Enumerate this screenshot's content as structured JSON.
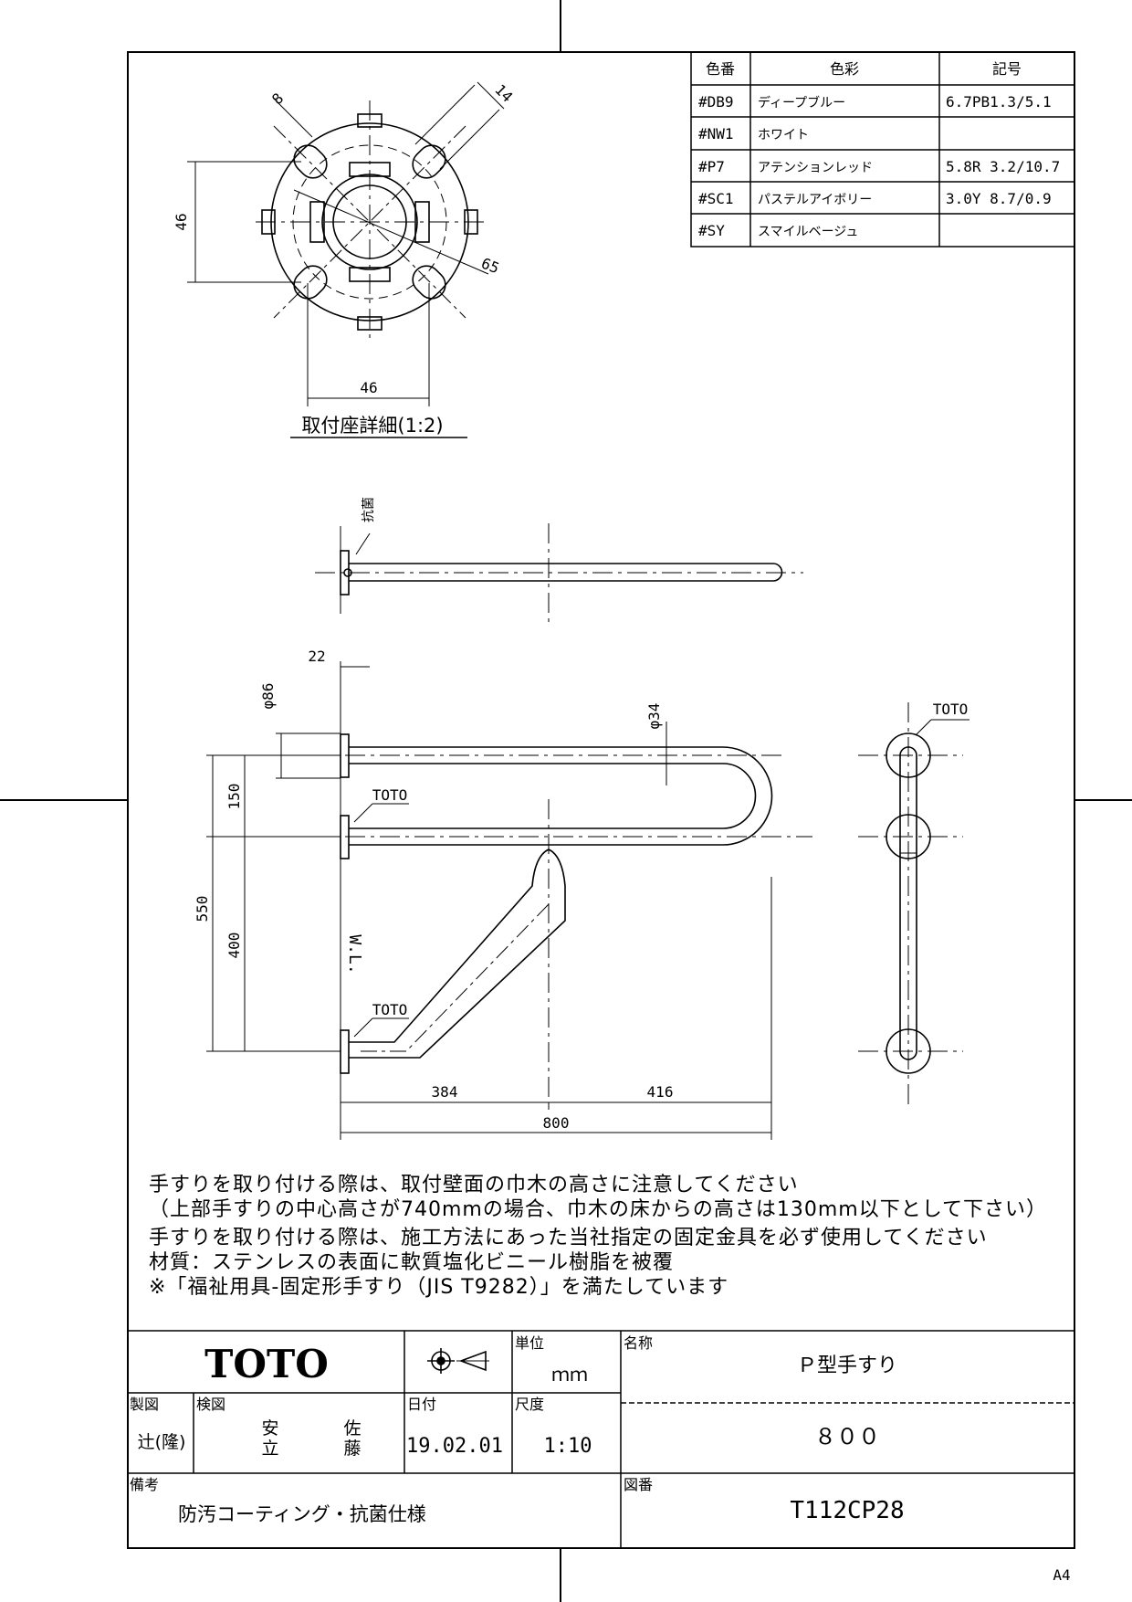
{
  "color_table": {
    "headers": [
      "色番",
      "色彩",
      "記号"
    ],
    "rows": [
      {
        "code": "#DB9",
        "color": "ディープブルー",
        "symbol": "6.7PB1.3/5.1"
      },
      {
        "code": "#NW1",
        "color": "ホワイト",
        "symbol": ""
      },
      {
        "code": "#P7",
        "color": "アテンションレッド",
        "symbol": "5.8R 3.2/10.7"
      },
      {
        "code": "#SC1",
        "color": "パステルアイボリー",
        "symbol": "3.0Y 8.7/0.9"
      },
      {
        "code": "#SY",
        "color": "スマイルベージュ",
        "symbol": ""
      }
    ]
  },
  "detail": {
    "caption": "取付座詳細(1:2)",
    "dim_8": "8",
    "dim_14": "14",
    "dim_46_v": "46",
    "dim_46_h": "46",
    "dim_65": "65"
  },
  "top_view": {
    "label": "抗菌"
  },
  "front_view": {
    "dim_22": "22",
    "dim_phi86": "φ86",
    "dim_phi34": "φ34",
    "dim_150": "150",
    "dim_550": "550",
    "dim_400": "400",
    "dim_384": "384",
    "dim_416": "416",
    "dim_800": "800",
    "wl": "W.L.",
    "toto_mark_1": "TOTO",
    "toto_mark_2": "TOTO"
  },
  "side_view": {
    "toto_mark": "TOTO"
  },
  "notes": [
    "手すりを取り付ける際は、取付壁面の巾木の高さに注意してください",
    "（上部手すりの中心高さが740mmの場合、巾木の床からの高さは130mm以下として下さい）",
    "手すりを取り付ける際は、施工方法にあった当社指定の固定金具を必ず使用してください",
    "材質：ステンレスの表面に軟質塩化ビニール樹脂を被覆",
    "※「福祉用具-固定形手すり（JIS T9282）」を満たしています"
  ],
  "title_block": {
    "logo": "TOTO",
    "unit_label": "単位",
    "unit_value": "ｍｍ",
    "name_label": "名称",
    "name_value": "Ｐ型手すり",
    "name_sub": "８００",
    "drawn_label": "製図",
    "drawn_value": "辻(隆)",
    "checked_label": "検図",
    "checked_1a": "安",
    "checked_1b": "立",
    "checked_2a": "佐",
    "checked_2b": "藤",
    "date_label": "日付",
    "date_value": "19.02.01",
    "scale_label": "尺度",
    "scale_value": "1:10",
    "remarks_label": "備考",
    "remarks_value": "防汚コーティング・抗菌仕様",
    "drawing_no_label": "図番",
    "drawing_no_value": "T112CP28"
  },
  "paper_size": "A4"
}
